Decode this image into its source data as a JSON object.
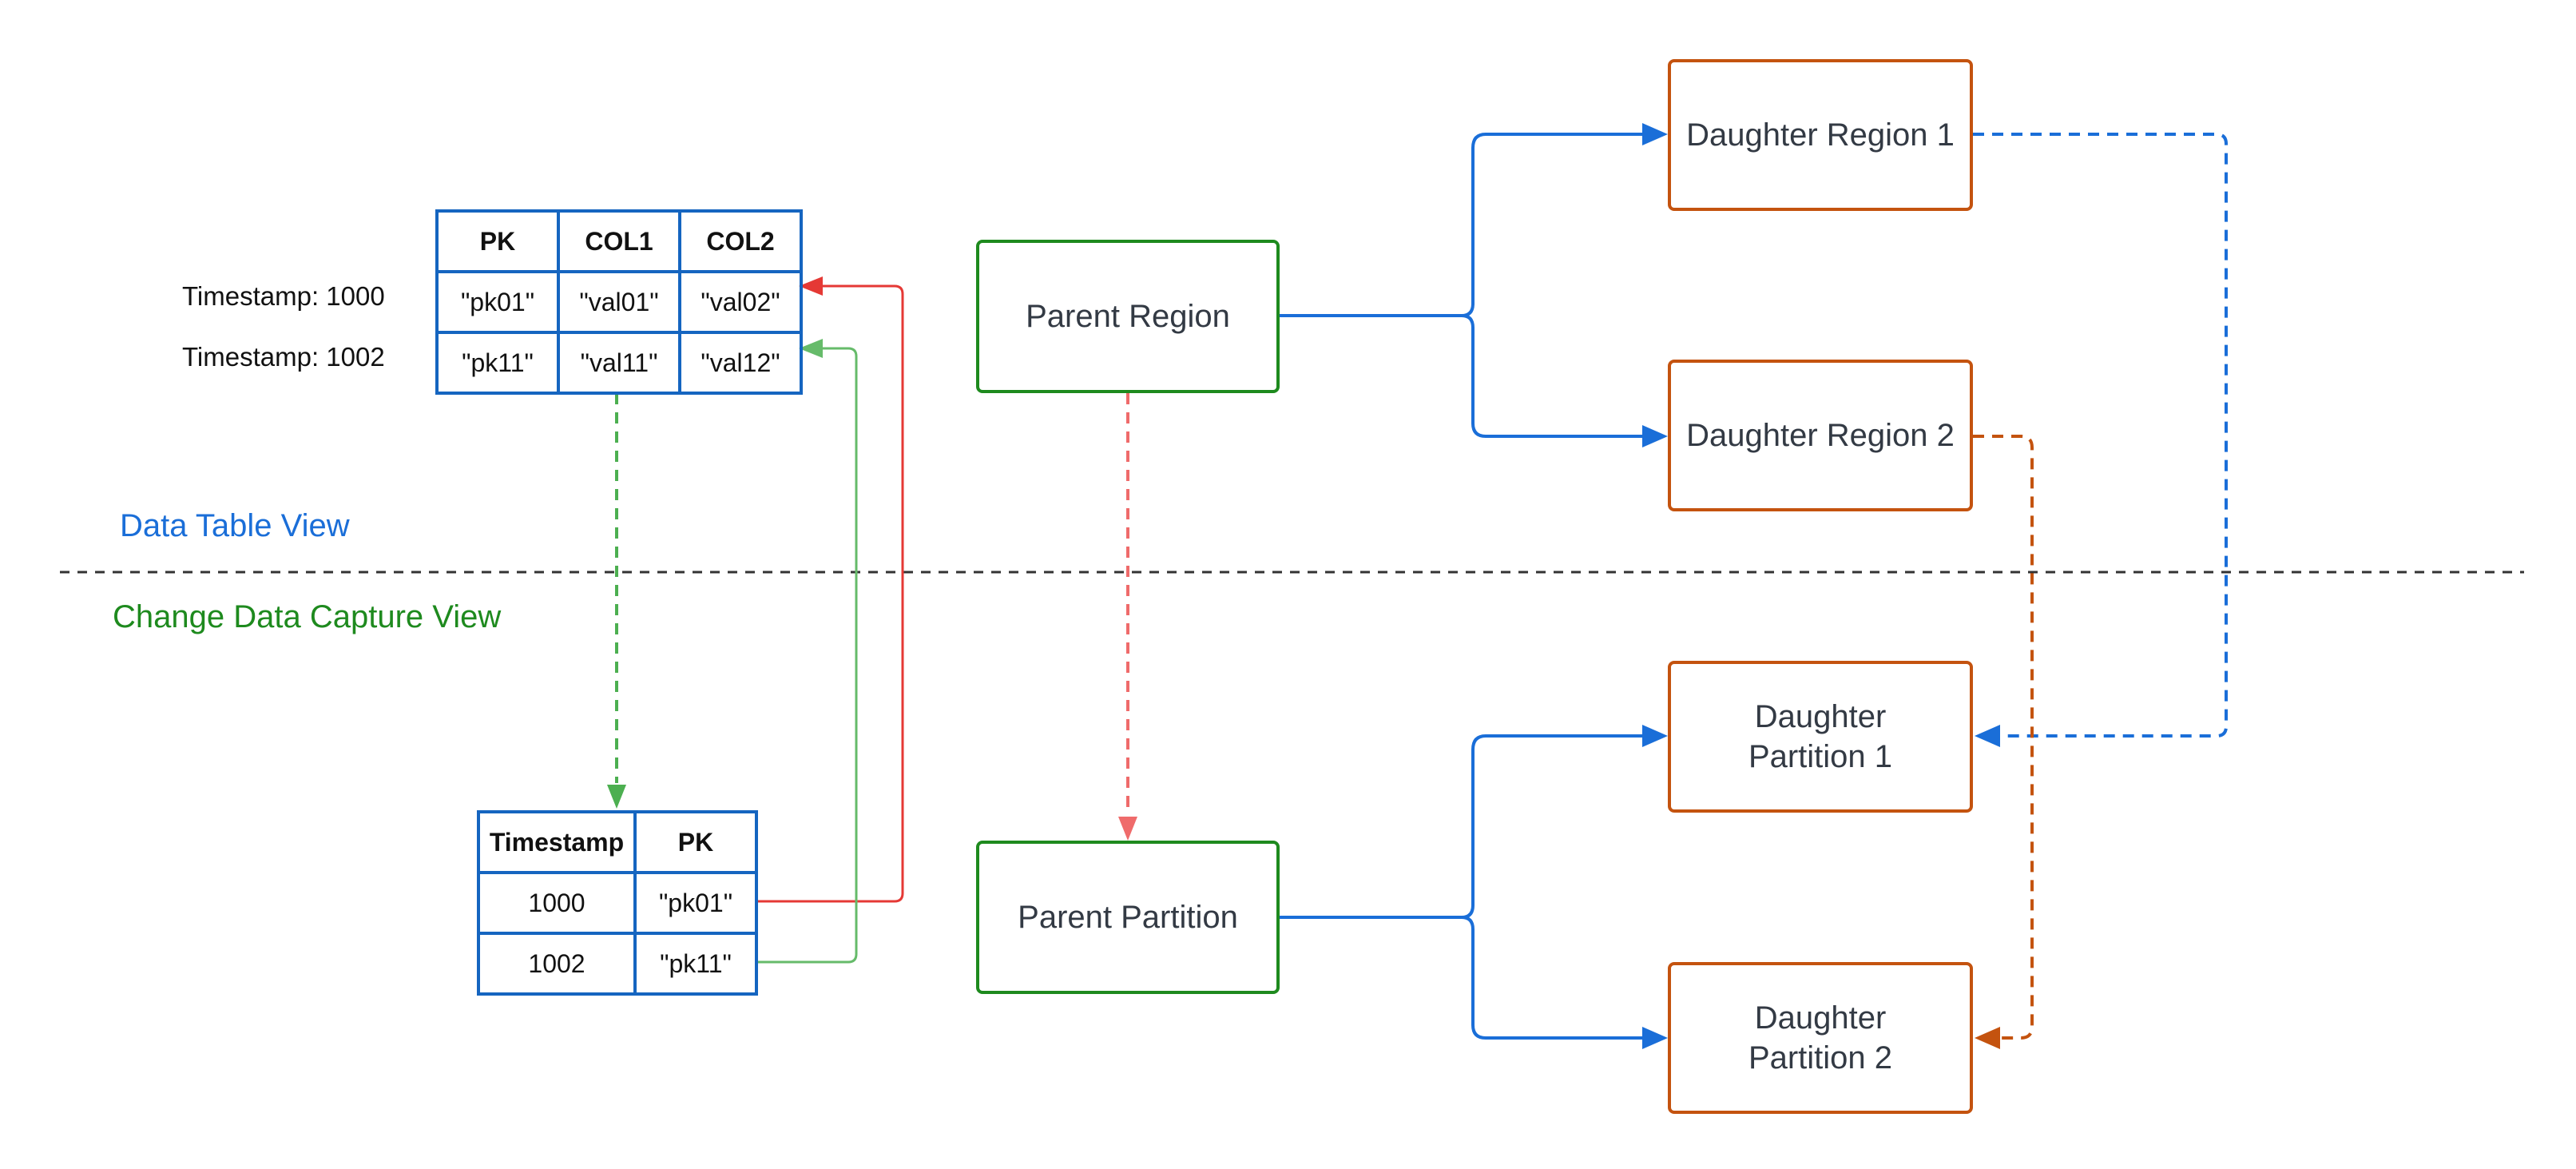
{
  "colors": {
    "blue": "#1a6ed8",
    "table_border": "#1565c0",
    "green_box": "#1e8a1e",
    "orange_box": "#c4530f",
    "red_line": "#e53935",
    "green_line": "#66bb6a",
    "pink_dashed": "#ef6b6b",
    "green_dashed": "#4caf50",
    "data_table_label": "#1a6ed8",
    "cdc_label": "#1e8a1e",
    "separator": "#333333"
  },
  "data_table": {
    "headers": [
      "PK",
      "COL1",
      "COL2"
    ],
    "rows": [
      {
        "timestamp_label": "Timestamp: 1000",
        "cells": [
          "\"pk01\"",
          "\"val01\"",
          "\"val02\""
        ]
      },
      {
        "timestamp_label": "Timestamp: 1002",
        "cells": [
          "\"pk11\"",
          "\"val11\"",
          "\"val12\""
        ]
      }
    ]
  },
  "cdc_table": {
    "headers": [
      "Timestamp",
      "PK"
    ],
    "rows": [
      {
        "cells": [
          "1000",
          "\"pk01\""
        ]
      },
      {
        "cells": [
          "1002",
          "\"pk11\""
        ]
      }
    ]
  },
  "labels": {
    "data_table_view": "Data Table View",
    "change_data_capture_view": "Change Data Capture View"
  },
  "boxes": {
    "parent_region": "Parent Region",
    "parent_partition": "Parent Partition",
    "daughter_region_1": "Daughter Region 1",
    "daughter_region_2": "Daughter Region 2",
    "daughter_partition_1": "Daughter Partition 1",
    "daughter_partition_2": "Daughter Partition 2"
  }
}
